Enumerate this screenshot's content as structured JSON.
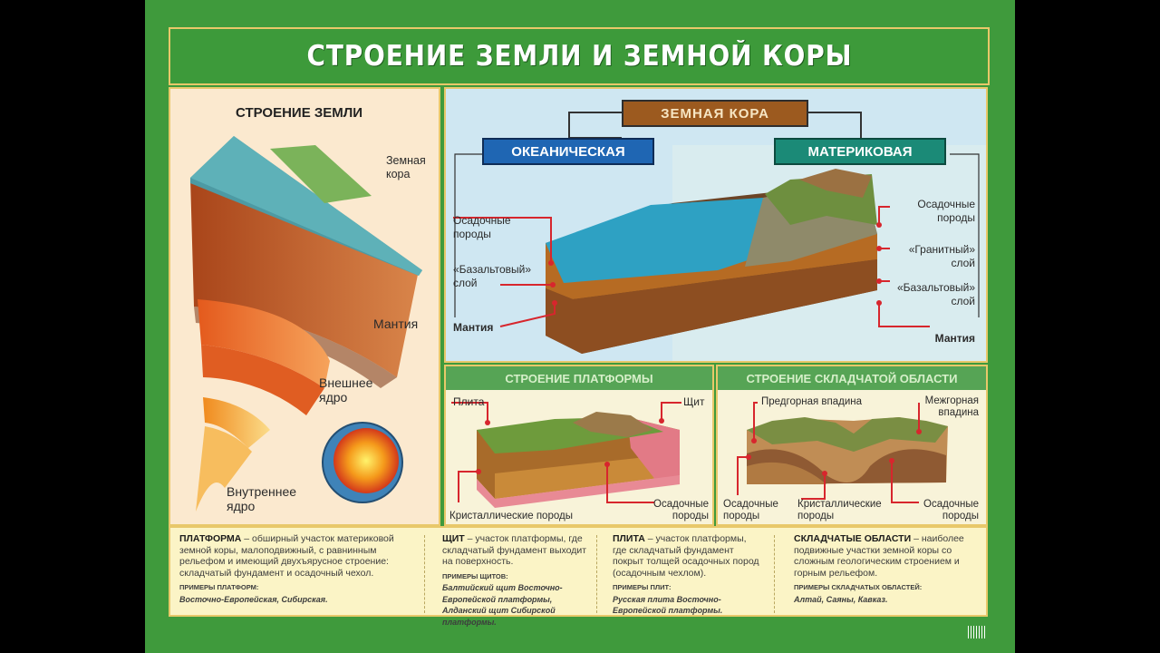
{
  "title": "СТРОЕНИЕ ЗЕМЛИ И ЗЕМНОЙ КОРЫ",
  "earth": {
    "heading": "СТРОЕНИЕ ЗЕМЛИ",
    "crust": "Земная кора",
    "mantle": "Мантия",
    "outer_core": "Внешнее ядро",
    "inner_core": "Внутреннее ядро"
  },
  "crust": {
    "heading": "ЗЕМНАЯ КОРА",
    "oceanic": "ОКЕАНИЧЕСКАЯ",
    "continental": "МАТЕРИКОВАЯ",
    "left": {
      "sedimentary": "Осадочные породы",
      "basalt": "«Базальтовый» слой",
      "mantle": "Мантия"
    },
    "right": {
      "sedimentary": "Осадочные породы",
      "granite": "«Гранитный» слой",
      "basalt": "«Базальтовый» слой",
      "mantle": "Мантия"
    }
  },
  "platform": {
    "heading": "СТРОЕНИЕ ПЛАТФОРМЫ",
    "plate": "Плита",
    "shield": "Щит",
    "crystalline": "Кристаллические породы",
    "sedimentary": "Осадочные породы"
  },
  "folded": {
    "heading": "СТРОЕНИЕ СКЛАДЧАТОЙ ОБЛАСТИ",
    "foothill": "Предгорная впадина",
    "intermountain": "Межгорная впадина",
    "sedimentary_left": "Осадочные породы",
    "crystalline": "Кристаллические породы",
    "sedimentary_right": "Осадочные породы"
  },
  "defs": [
    {
      "term": "ПЛАТФОРМА",
      "text": " – обширный участок материковой земной коры, малоподвижный, с равнинным рельефом и имеющий двухъярусное строение: складчатый фундамент и осадочный чехол.",
      "examples_label": "ПРИМЕРЫ ПЛАТФОРМ:",
      "examples": "Восточно-Европейская, Сибирская."
    },
    {
      "term": "ЩИТ",
      "text": " – участок платформы, где складчатый фундамент выходит на поверхность.",
      "examples_label": "ПРИМЕРЫ ЩИТОВ:",
      "examples": "Балтийский щит Восточно-Европейской платформы, Алданский щит Сибирской платформы."
    },
    {
      "term": "ПЛИТА",
      "text": " – участок платформы, где складчатый фундамент покрыт толщей осадочных пород (осадочным чехлом).",
      "examples_label": "ПРИМЕРЫ ПЛИТ:",
      "examples": "Русская плита Восточно-Европейской платформы."
    },
    {
      "term": "СКЛАДЧАТЫЕ ОБЛАСТИ",
      "text": " – наиболее подвижные участки земной коры со сложным геологическим строением и горным рельефом.",
      "examples_label": "ПРИМЕРЫ СКЛАДЧАТЫХ ОБЛАСТЕЙ:",
      "examples": "Алтай, Саяны, Кавказ."
    }
  ],
  "colors": {
    "poster_green": "#3f9a3c",
    "label_red": "#d7262d",
    "oceanic_blue": "#1f66b3",
    "continental_teal": "#1b8a77",
    "crust_brown": "#9c5a1f"
  }
}
